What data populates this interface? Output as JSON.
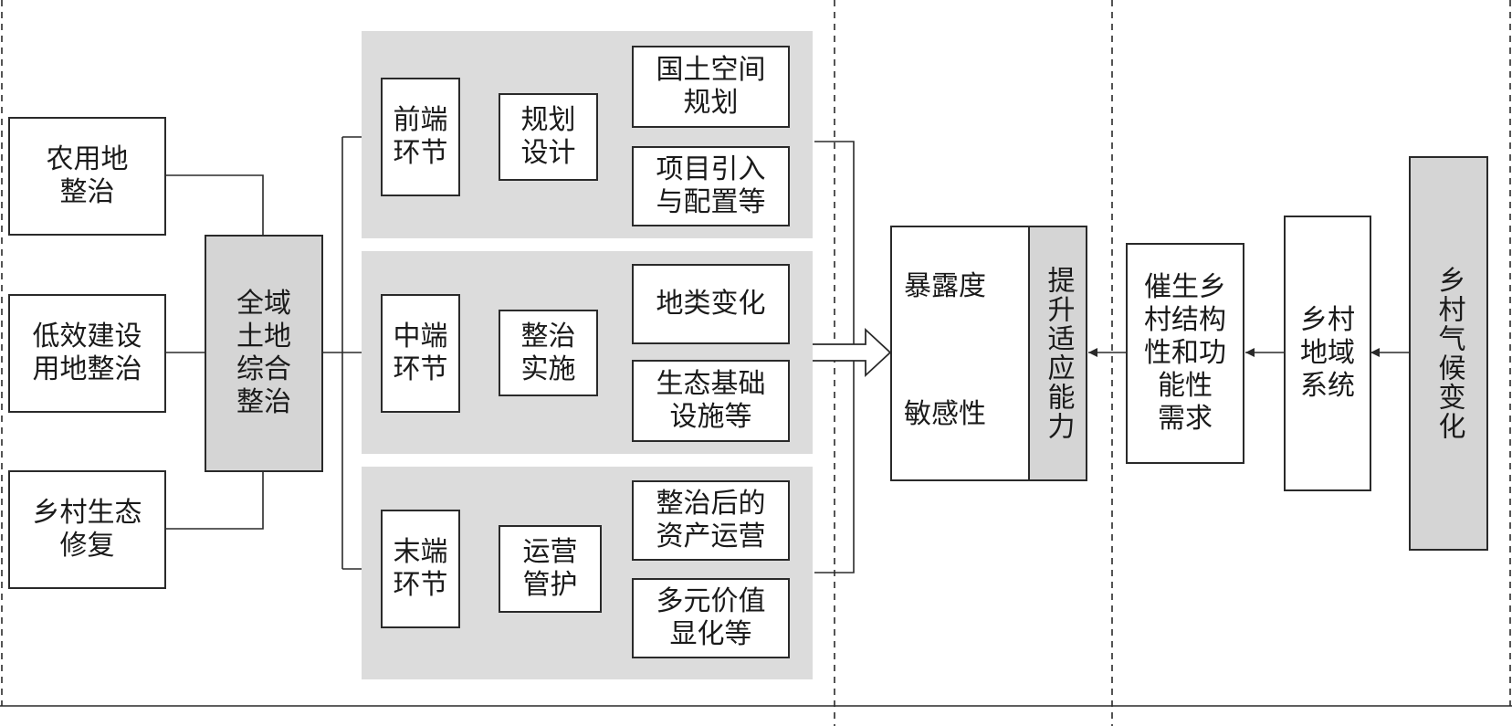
{
  "sources": [
    "农用地\n整治",
    "低效建设\n用地整治",
    "乡村生态\n修复"
  ],
  "hub": "全域\n土地\n综合\n整治",
  "stages": [
    {
      "stage": "前端\n环节",
      "action": "规划\n设计",
      "outcomes": [
        "国土空间\n规划",
        "项目引入\n与配置等"
      ]
    },
    {
      "stage": "中端\n环节",
      "action": "整治\n实施",
      "outcomes": [
        "地类变化",
        "生态基础\n设施等"
      ]
    },
    {
      "stage": "末端\n环节",
      "action": "运营\n管护",
      "outcomes": [
        "整治后的\n资产运营",
        "多元价值\n显化等"
      ]
    }
  ],
  "adaptive": {
    "exposure": "暴露度",
    "sensitivity": "敏感性",
    "capacity": "提升适应能力"
  },
  "demand": "催生乡\n村结构\n性和功\n能性\n需求",
  "system": "乡村\n地域\n系统",
  "driver": "乡村气候变化",
  "colors": {
    "line": "#2a2a2a",
    "panel": "#dcdcdc",
    "gray_box": "#d5d5d5"
  }
}
